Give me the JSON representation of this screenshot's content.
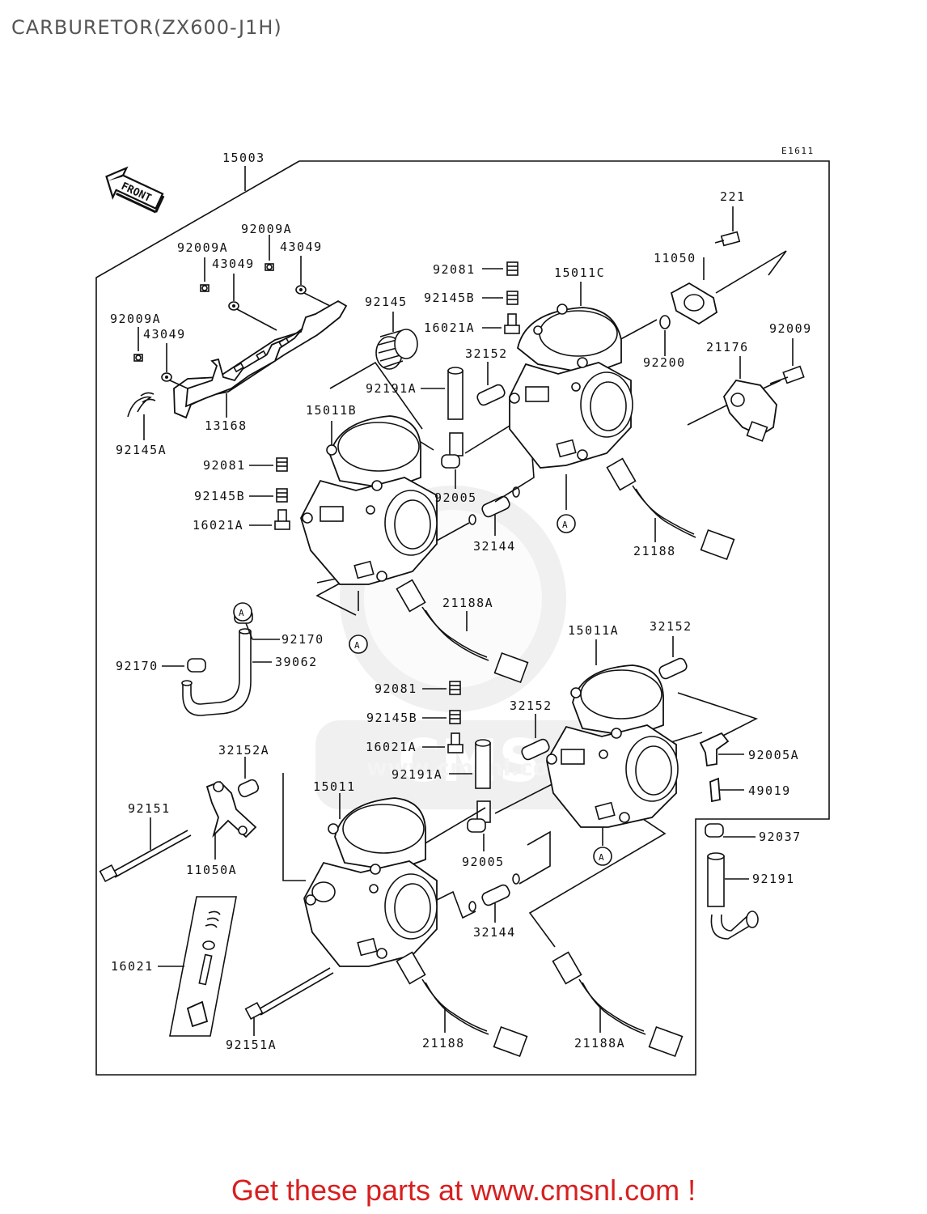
{
  "header": {
    "title": "CARBURETOR(ZX600-J1H)"
  },
  "diagram": {
    "ref_code": "E1611",
    "front_badge": "FRONT",
    "circle_marker": "A",
    "parts": [
      {
        "id": "15003",
        "label": "15003"
      },
      {
        "id": "92009A-1",
        "label": "92009A"
      },
      {
        "id": "92009A-2",
        "label": "92009A"
      },
      {
        "id": "92009A-3",
        "label": "92009A"
      },
      {
        "id": "43049-1",
        "label": "43049"
      },
      {
        "id": "43049-2",
        "label": "43049"
      },
      {
        "id": "43049-3",
        "label": "43049"
      },
      {
        "id": "13168",
        "label": "13168"
      },
      {
        "id": "92145A",
        "label": "92145A"
      },
      {
        "id": "92145",
        "label": "92145"
      },
      {
        "id": "92081-1",
        "label": "92081"
      },
      {
        "id": "92145B-1",
        "label": "92145B"
      },
      {
        "id": "16021A-1",
        "label": "16021A"
      },
      {
        "id": "15011C",
        "label": "15011C"
      },
      {
        "id": "11050",
        "label": "11050"
      },
      {
        "id": "221",
        "label": "221"
      },
      {
        "id": "92200",
        "label": "92200"
      },
      {
        "id": "21176",
        "label": "21176"
      },
      {
        "id": "92009",
        "label": "92009"
      },
      {
        "id": "32152-1",
        "label": "32152"
      },
      {
        "id": "92191A-1",
        "label": "92191A"
      },
      {
        "id": "15011B",
        "label": "15011B"
      },
      {
        "id": "92081-2",
        "label": "92081"
      },
      {
        "id": "92145B-2",
        "label": "92145B"
      },
      {
        "id": "16021A-2",
        "label": "16021A"
      },
      {
        "id": "92005-1",
        "label": "92005"
      },
      {
        "id": "32144-1",
        "label": "32144"
      },
      {
        "id": "21188-1",
        "label": "21188"
      },
      {
        "id": "21188A-1",
        "label": "21188A"
      },
      {
        "id": "92170-1",
        "label": "92170"
      },
      {
        "id": "92170-2",
        "label": "92170"
      },
      {
        "id": "39062",
        "label": "39062"
      },
      {
        "id": "15011A",
        "label": "15011A"
      },
      {
        "id": "32152-2",
        "label": "32152"
      },
      {
        "id": "92081-3",
        "label": "92081"
      },
      {
        "id": "92145B-3",
        "label": "92145B"
      },
      {
        "id": "32152-3",
        "label": "32152"
      },
      {
        "id": "16021A-3",
        "label": "16021A"
      },
      {
        "id": "92191A-2",
        "label": "92191A"
      },
      {
        "id": "92005A",
        "label": "92005A"
      },
      {
        "id": "49019",
        "label": "49019"
      },
      {
        "id": "32152A",
        "label": "32152A"
      },
      {
        "id": "15011",
        "label": "15011"
      },
      {
        "id": "92151",
        "label": "92151"
      },
      {
        "id": "11050A",
        "label": "11050A"
      },
      {
        "id": "92005-2",
        "label": "92005"
      },
      {
        "id": "92037",
        "label": "92037"
      },
      {
        "id": "92191",
        "label": "92191"
      },
      {
        "id": "32144-2",
        "label": "32144"
      },
      {
        "id": "16021",
        "label": "16021"
      },
      {
        "id": "92151A",
        "label": "92151A"
      },
      {
        "id": "21188-2",
        "label": "21188"
      },
      {
        "id": "21188A-2",
        "label": "21188A"
      }
    ],
    "watermark_text": "www.cmsnl.com",
    "watermark_logo": "CMS"
  },
  "footer": {
    "cta": "Get these parts at www.cmsnl.com !"
  },
  "colors": {
    "footer_red": "#d81f1f",
    "title_gray": "#555555",
    "line": "#111111"
  }
}
